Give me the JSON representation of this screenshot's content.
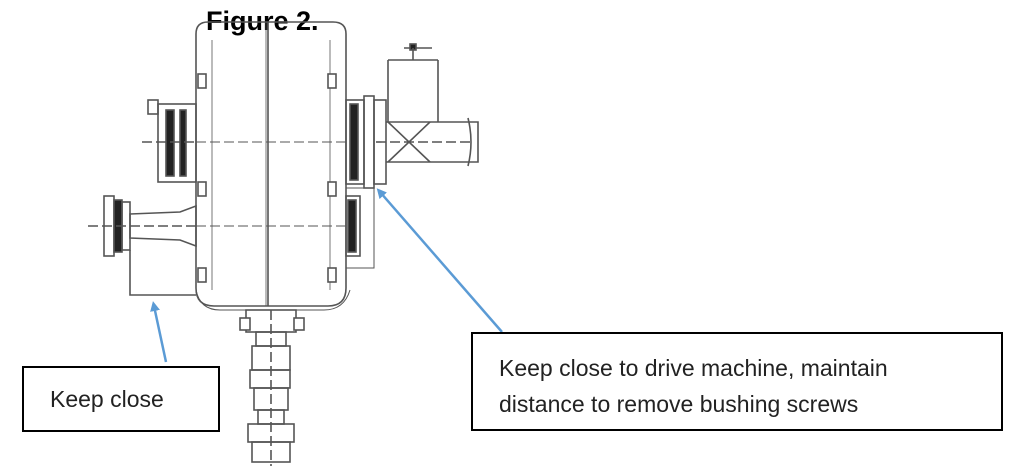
{
  "figure": {
    "title": "Figure 2."
  },
  "callouts": {
    "keep_close": {
      "text": "Keep close"
    },
    "drive_machine": {
      "line1": "Keep close to drive machine, maintain",
      "line2": "distance to remove bushing screws"
    }
  },
  "colors": {
    "arrow": "#5b9bd5",
    "drawing": "#555555",
    "text": "#222222"
  }
}
